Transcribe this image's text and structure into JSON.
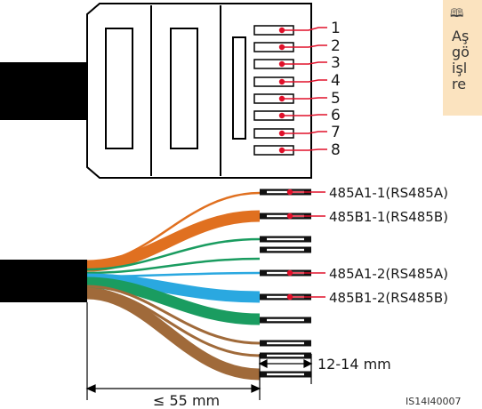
{
  "pins": [
    "1",
    "2",
    "3",
    "4",
    "5",
    "6",
    "7",
    "8"
  ],
  "wire_labels": [
    "485A1-1(RS485A)",
    "485B1-1(RS485B)",
    "485A1-2(RS485A)",
    "485B1-2(RS485B)"
  ],
  "strip_length": "12-14 mm",
  "jacket_length": "≤ 55 mm",
  "figure_code": "IS14I40007",
  "note": {
    "icon": "book-icon",
    "lines": [
      "Aş",
      "gö",
      "işl",
      "re"
    ]
  },
  "colors": {
    "orange": "#e07020",
    "green": "#1a9c60",
    "blue": "#2aa8e0",
    "brown": "#a06a3a",
    "callout": "#e0102a",
    "note_bg": "#fbe3bf"
  }
}
